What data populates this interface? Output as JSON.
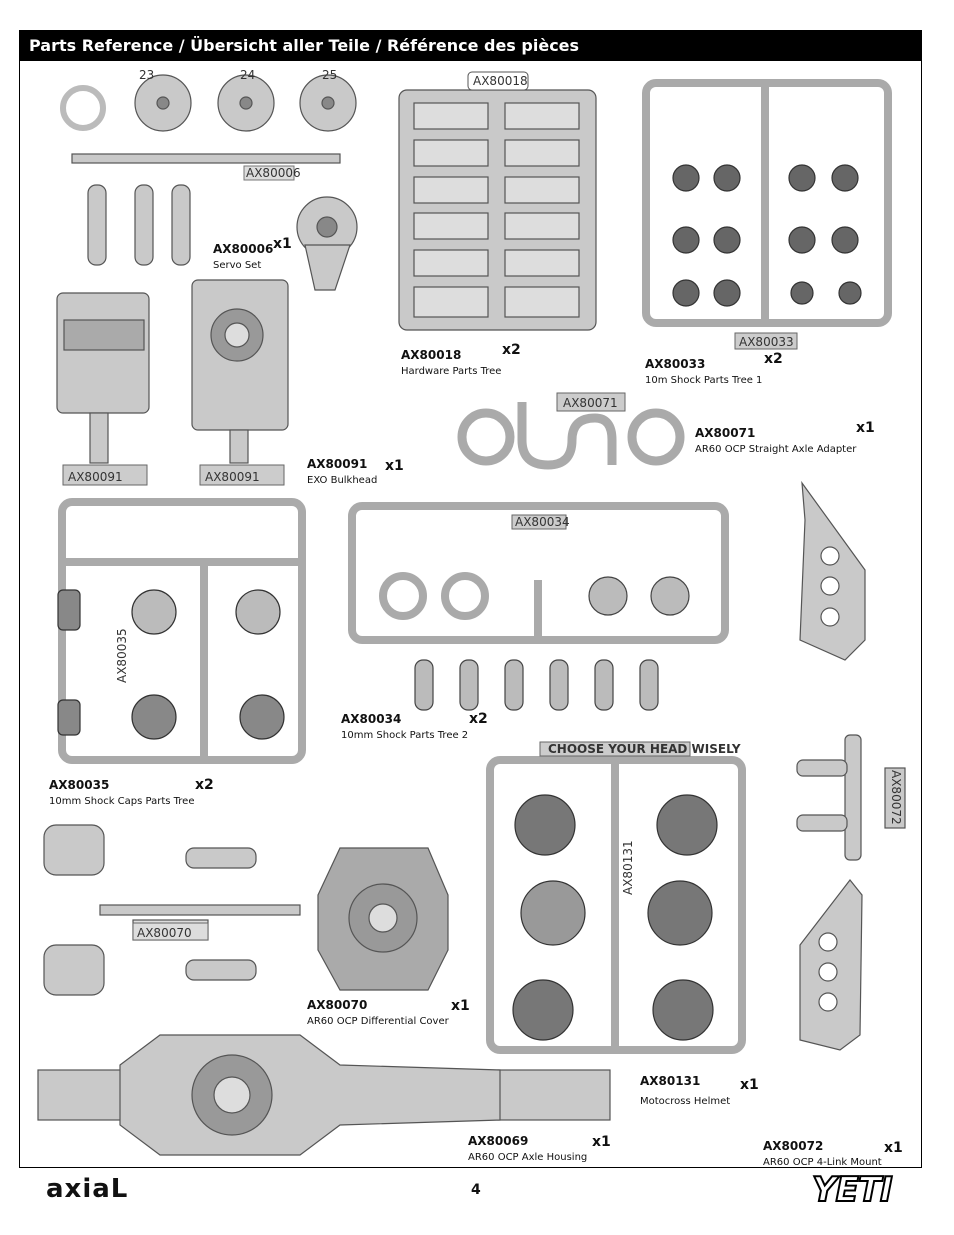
{
  "header": {
    "title": "Parts Reference / Übersicht aller Teile / Référence des pièces"
  },
  "parts": [
    {
      "part_no": "AX80006",
      "qty": "x1",
      "name": "Servo Set"
    },
    {
      "part_no": "AX80018",
      "qty": "x2",
      "name": "Hardware Parts Tree"
    },
    {
      "part_no": "AX80033",
      "qty": "x2",
      "name": "10m Shock Parts Tree 1"
    },
    {
      "part_no": "AX80071",
      "qty": "x1",
      "name": "AR60 OCP Straight Axle Adapter"
    },
    {
      "part_no": "AX80091",
      "qty": "x1",
      "name": "EXO Bulkhead"
    },
    {
      "part_no": "AX80034",
      "qty": "x2",
      "name": "10mm Shock Parts Tree 2"
    },
    {
      "part_no": "AX80035",
      "qty": "x2",
      "name": "10mm Shock Caps Parts Tree"
    },
    {
      "part_no": "AX80070",
      "qty": "x1",
      "name": "AR60 OCP Differential Cover"
    },
    {
      "part_no": "AX80131",
      "qty": "x1",
      "name": "Motocross Helmet"
    },
    {
      "part_no": "AX80069",
      "qty": "x1",
      "name": "AR60 OCP Axle Housing"
    },
    {
      "part_no": "AX80072",
      "qty": "x1",
      "name": "AR60 OCP 4-Link Mount"
    }
  ],
  "sprue_tags": {
    "servo": "AX80006",
    "hardware": "AX80018",
    "shock1": "AX80033",
    "adapter": "AX80071",
    "bulkhead_a": "AX80091",
    "bulkhead_b": "AX80091",
    "shock2": "AX80034",
    "caps": "AX80035",
    "diff_cover": "AX80070",
    "helmet": "AX80131",
    "helmet_banner": "CHOOSE YOUR HEAD WISELY",
    "link_mount": "AX80072"
  },
  "servo_horn_numbers": [
    "23",
    "24",
    "25"
  ],
  "footer": {
    "page_number": "4",
    "brand_logo": "axiaL",
    "product_logo": "YETI"
  }
}
